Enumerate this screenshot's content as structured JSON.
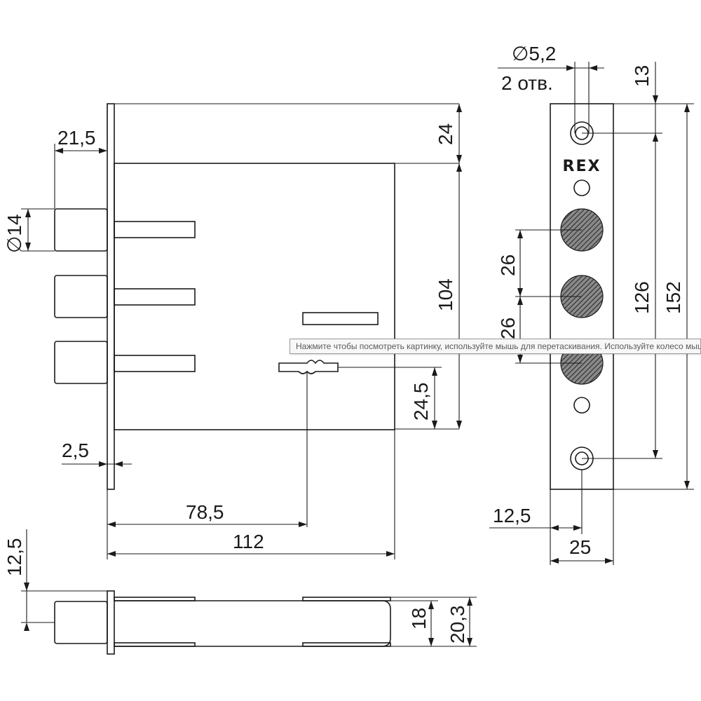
{
  "brand": "REX",
  "dimensions": {
    "d21_5": "21,5",
    "d24": "24",
    "d14": "∅14",
    "d104": "104",
    "d24_5": "24,5",
    "d2_5": "2,5",
    "d78_5": "78,5",
    "d112": "112",
    "d12_5_side": "12,5",
    "d18": "18",
    "d20_3": "20,3",
    "d5_2": "∅5,2",
    "holes": "2 отв.",
    "d13": "13",
    "d26a": "26",
    "d26b": "26",
    "d126": "126",
    "d152": "152",
    "d12_5_plate": "12,5",
    "d25": "25"
  },
  "tooltip": "Нажмите чтобы посмотреть картинку, используйте мышь для перетаскивания. Используйте колесо мыши для масштабирования.",
  "colors": {
    "line": "#1a1a1a",
    "hatch": "#3a3a3a",
    "background": "#ffffff"
  }
}
